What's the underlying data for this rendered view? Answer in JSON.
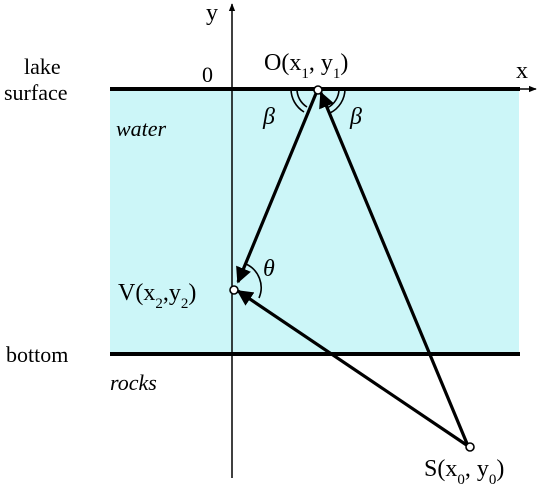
{
  "colors": {
    "water": "#ccf6f8",
    "line": "#000000",
    "background": "#ffffff"
  },
  "labels": {
    "y_axis": "y",
    "x_axis": "x",
    "origin": "0",
    "lake_line1": "lake",
    "lake_line2": "surface",
    "water": "water",
    "bottom": "bottom",
    "rocks": "rocks",
    "beta": "β",
    "theta": "θ"
  },
  "points": {
    "o": {
      "name": "O",
      "x": "x",
      "x_sub": "1",
      "y": "y",
      "y_sub": "1"
    },
    "v": {
      "name": "V",
      "x": "x",
      "x_sub": "2",
      "y": "y",
      "y_sub": "2"
    },
    "s": {
      "name": "S",
      "x": "x",
      "x_sub": "0",
      "y": "y",
      "y_sub": "0"
    }
  }
}
